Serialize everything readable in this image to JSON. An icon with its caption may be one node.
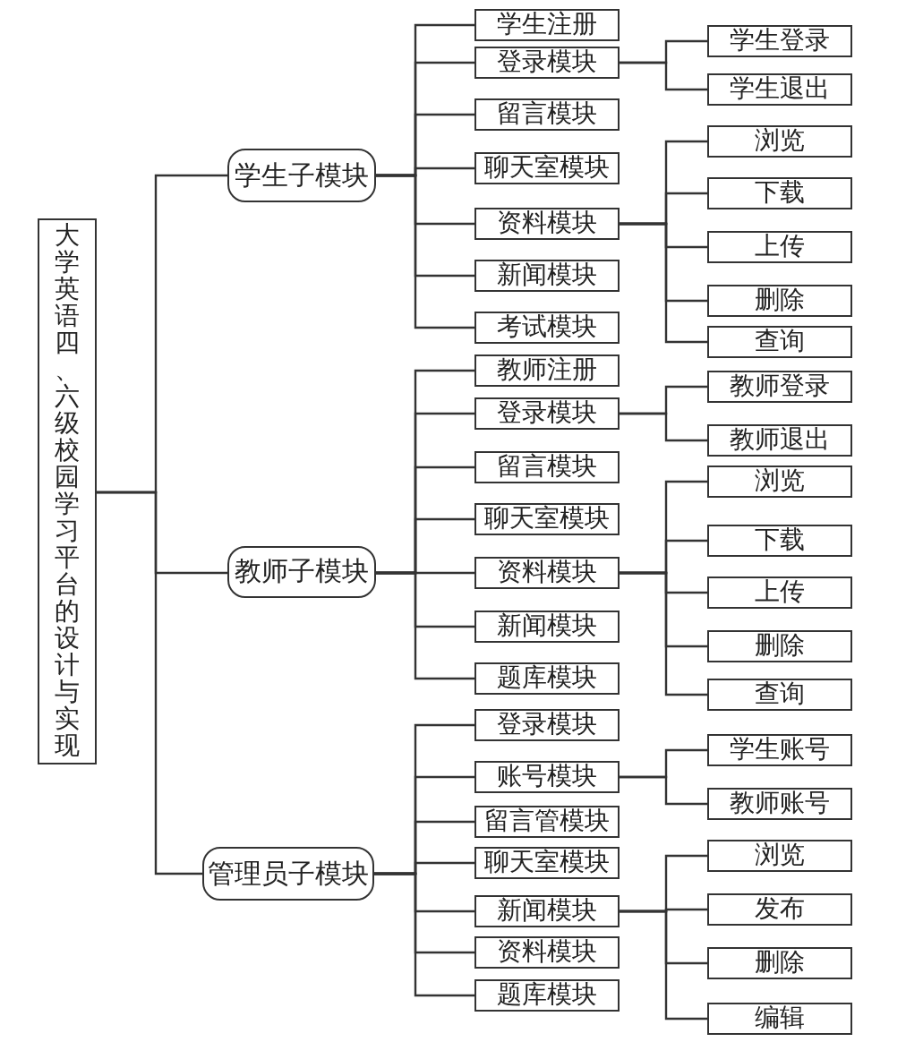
{
  "diagram": {
    "nodes": [
      {
        "text": [
          "大学英语四、六级校园学习平台的设计与实现"
        ]
      },
      {
        "text": [
          "学生子模块"
        ]
      },
      {
        "text": [
          "学生注册"
        ]
      },
      {
        "text": [
          "登录模块"
        ]
      },
      {
        "text": [
          "学生登录"
        ]
      },
      {
        "text": [
          "学生退出"
        ]
      },
      {
        "text": [
          "留言模块"
        ]
      },
      {
        "text": [
          "聊天室模块"
        ]
      },
      {
        "text": [
          "资料模块"
        ]
      },
      {
        "text": [
          "浏览"
        ]
      },
      {
        "text": [
          "下载"
        ]
      },
      {
        "text": [
          "上传"
        ]
      },
      {
        "text": [
          "删除"
        ]
      },
      {
        "text": [
          "查询"
        ]
      },
      {
        "text": [
          "新闻模块"
        ]
      },
      {
        "text": [
          "考试模块"
        ]
      },
      {
        "text": [
          "教师子模块"
        ]
      },
      {
        "text": [
          "教师注册"
        ]
      },
      {
        "text": [
          "登录模块"
        ]
      },
      {
        "text": [
          "教师登录"
        ]
      },
      {
        "text": [
          "教师退出"
        ]
      },
      {
        "text": [
          "留言模块"
        ]
      },
      {
        "text": [
          "聊天室模块"
        ]
      },
      {
        "text": [
          "资料模块"
        ]
      },
      {
        "text": [
          "浏览"
        ]
      },
      {
        "text": [
          "下载"
        ]
      },
      {
        "text": [
          "上传"
        ]
      },
      {
        "text": [
          "删除"
        ]
      },
      {
        "text": [
          "查询"
        ]
      },
      {
        "text": [
          "新闻模块"
        ]
      },
      {
        "text": [
          "题库模块"
        ]
      },
      {
        "text": [
          "管理员子模块"
        ]
      },
      {
        "text": [
          "登录模块"
        ]
      },
      {
        "text": [
          "账号模块"
        ]
      },
      {
        "text": [
          "学生账号"
        ]
      },
      {
        "text": [
          "教师账号"
        ]
      },
      {
        "text": [
          "留言管模块"
        ]
      },
      {
        "text": [
          "聊天室模块"
        ]
      },
      {
        "text": [
          "新闻模块"
        ]
      },
      {
        "text": [
          "浏览"
        ]
      },
      {
        "text": [
          "发布"
        ]
      },
      {
        "text": [
          "删除"
        ]
      },
      {
        "text": [
          "编辑"
        ]
      },
      {
        "text": [
          "资料模块"
        ]
      },
      {
        "text": [
          "题库模块"
        ]
      }
    ],
    "edges": [
      {
        "from": 0,
        "to": 1,
        "arrow": "none"
      },
      {
        "from": 0,
        "to": 16,
        "arrow": "none"
      },
      {
        "from": 0,
        "to": 31,
        "arrow": "none"
      },
      {
        "from": 1,
        "to": 2,
        "arrow": "none"
      },
      {
        "from": 1,
        "to": 3,
        "arrow": "none"
      },
      {
        "from": 1,
        "to": 6,
        "arrow": "none"
      },
      {
        "from": 1,
        "to": 7,
        "arrow": "none"
      },
      {
        "from": 1,
        "to": 8,
        "arrow": "none"
      },
      {
        "from": 1,
        "to": 14,
        "arrow": "none"
      },
      {
        "from": 1,
        "to": 15,
        "arrow": "none"
      },
      {
        "from": 3,
        "to": 4,
        "arrow": "none"
      },
      {
        "from": 3,
        "to": 5,
        "arrow": "none"
      },
      {
        "from": 8,
        "to": 9,
        "arrow": "none"
      },
      {
        "from": 8,
        "to": 10,
        "arrow": "none"
      },
      {
        "from": 8,
        "to": 11,
        "arrow": "none"
      },
      {
        "from": 8,
        "to": 12,
        "arrow": "none"
      },
      {
        "from": 8,
        "to": 13,
        "arrow": "none"
      },
      {
        "from": 16,
        "to": 17,
        "arrow": "none"
      },
      {
        "from": 16,
        "to": 18,
        "arrow": "none"
      },
      {
        "from": 16,
        "to": 21,
        "arrow": "none"
      },
      {
        "from": 16,
        "to": 22,
        "arrow": "none"
      },
      {
        "from": 16,
        "to": 23,
        "arrow": "none"
      },
      {
        "from": 16,
        "to": 29,
        "arrow": "none"
      },
      {
        "from": 16,
        "to": 30,
        "arrow": "none"
      },
      {
        "from": 18,
        "to": 19,
        "arrow": "none"
      },
      {
        "from": 18,
        "to": 20,
        "arrow": "none"
      },
      {
        "from": 23,
        "to": 24,
        "arrow": "none"
      },
      {
        "from": 23,
        "to": 25,
        "arrow": "none"
      },
      {
        "from": 23,
        "to": 26,
        "arrow": "none"
      },
      {
        "from": 23,
        "to": 27,
        "arrow": "none"
      },
      {
        "from": 23,
        "to": 28,
        "arrow": "none"
      },
      {
        "from": 31,
        "to": 32,
        "arrow": "none"
      },
      {
        "from": 31,
        "to": 33,
        "arrow": "none"
      },
      {
        "from": 31,
        "to": 36,
        "arrow": "none"
      },
      {
        "from": 31,
        "to": 37,
        "arrow": "none"
      },
      {
        "from": 31,
        "to": 38,
        "arrow": "none"
      },
      {
        "from": 31,
        "to": 43,
        "arrow": "none"
      },
      {
        "from": 31,
        "to": 44,
        "arrow": "none"
      },
      {
        "from": 33,
        "to": 34,
        "arrow": "none"
      },
      {
        "from": 33,
        "to": 35,
        "arrow": "none"
      },
      {
        "from": 38,
        "to": 39,
        "arrow": "none"
      },
      {
        "from": 38,
        "to": 40,
        "arrow": "none"
      },
      {
        "from": 38,
        "to": 41,
        "arrow": "none"
      },
      {
        "from": 38,
        "to": 42,
        "arrow": "none"
      }
    ]
  }
}
